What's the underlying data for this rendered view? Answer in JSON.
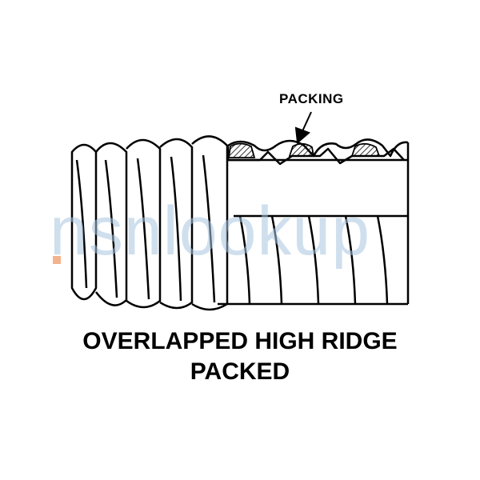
{
  "diagram": {
    "callout_label": "PACKING",
    "caption_line1": "OVERLAPPED HIGH RIDGE",
    "caption_line2": "PACKED",
    "watermark": "nsnlookup"
  },
  "colors": {
    "line": "#000000",
    "packing_hatch": "#000000",
    "background": "#ffffff",
    "watermark": "#a9c6e0",
    "watermark_accent": "#f0a070"
  }
}
